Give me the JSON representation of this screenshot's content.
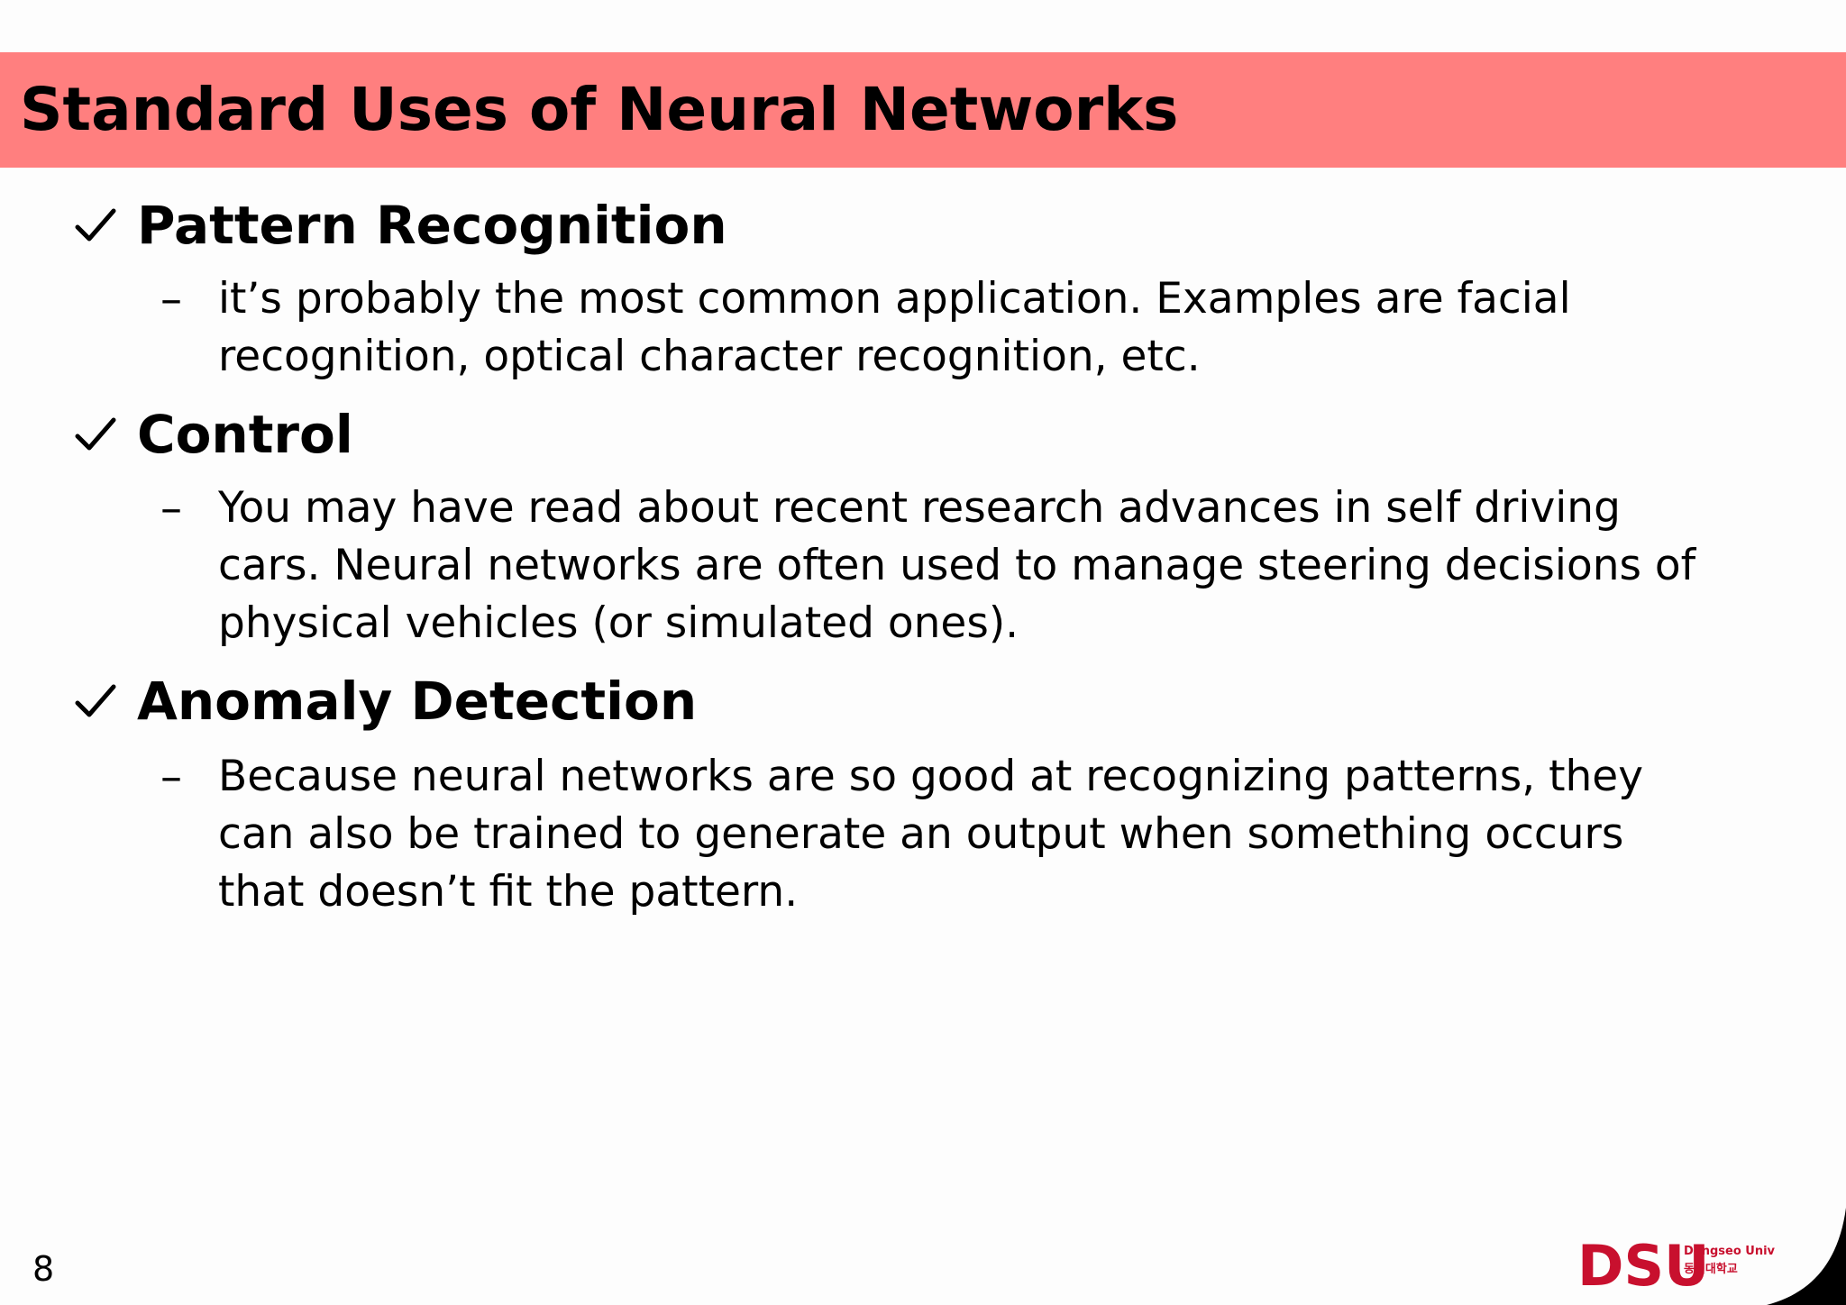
{
  "slide": {
    "title": "Standard Uses of Neural Networks",
    "page_number": "8",
    "sections": [
      {
        "heading": "Pattern Recognition",
        "bullet_marker": "–",
        "lines": [
          "it’s probably the most common application. Examples are facial",
          "recognition, optical character recognition, etc."
        ]
      },
      {
        "heading": "Control",
        "bullet_marker": "–",
        "lines": [
          "You may have read about recent research advances in self driving",
          "cars. Neural networks are often used to manage steering decisions of",
          "physical vehicles (or simulated ones)."
        ]
      },
      {
        "heading": "Anomaly Detection",
        "bullet_marker": "–",
        "lines": [
          "Because neural networks are so good at recognizing patterns, they",
          "can also be trained to generate an output when something occurs",
          "that doesn’t fit the pattern."
        ]
      }
    ],
    "logo": {
      "mark": "DSU",
      "line1": "Dongseo Univ",
      "line2": "동서대학교"
    },
    "colors": {
      "title_bar": "#ff7f7f",
      "logo_red": "#c8102e"
    },
    "icons": {
      "section_marker": "checkmark-icon"
    }
  }
}
